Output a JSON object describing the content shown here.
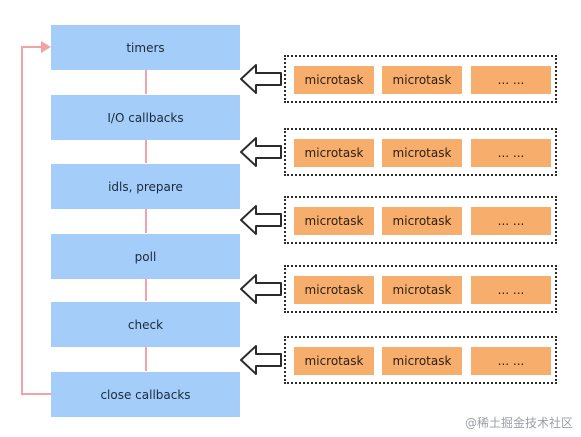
{
  "phases": [
    {
      "label": "timers"
    },
    {
      "label": "I/O callbacks"
    },
    {
      "label": "idls, prepare"
    },
    {
      "label": "poll"
    },
    {
      "label": "check"
    },
    {
      "label": "close callbacks"
    }
  ],
  "queues": [
    {
      "tasks": [
        "microtask",
        "microtask",
        "... ..."
      ]
    },
    {
      "tasks": [
        "microtask",
        "microtask",
        "... ..."
      ]
    },
    {
      "tasks": [
        "microtask",
        "microtask",
        "... ..."
      ]
    },
    {
      "tasks": [
        "microtask",
        "microtask",
        "... ..."
      ]
    },
    {
      "tasks": [
        "microtask",
        "microtask",
        "... ..."
      ]
    }
  ],
  "watermark": "@稀土掘金技术社区",
  "colors": {
    "phase_fill": "#a4cdf9",
    "task_fill": "#f7ad6b",
    "connector": "#f2a3a8",
    "loop_line": "#f2a3a8",
    "queue_border": "#2b2b2b"
  }
}
